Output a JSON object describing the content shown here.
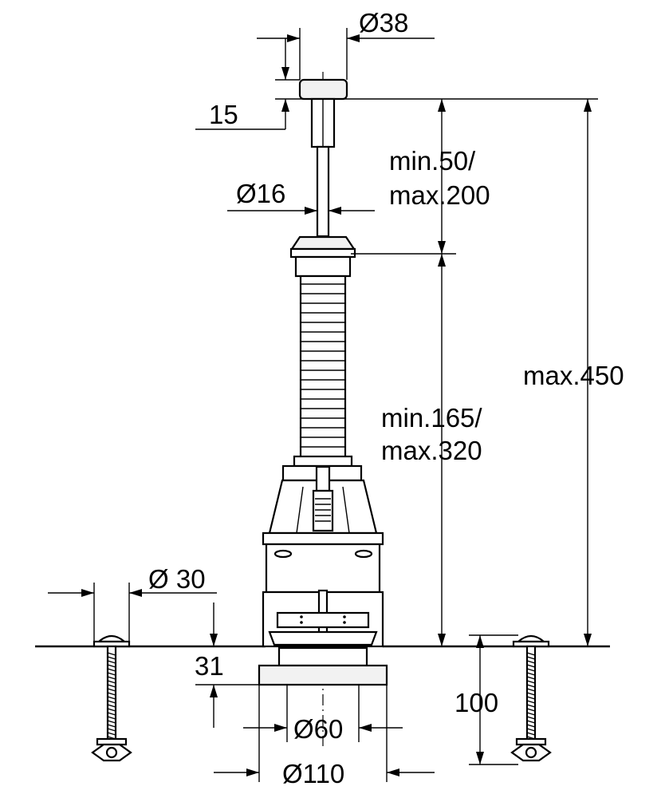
{
  "dimensions": {
    "cap_diameter": "Ø38",
    "cap_height": "15",
    "rod_diameter": "Ø16",
    "rod_extension": [
      "min.50/",
      "max.200"
    ],
    "body_extension": [
      "min.165/",
      "max.320"
    ],
    "total_height": "max.450",
    "bolt_hole_diameter": "Ø 30",
    "flange_height": "31",
    "flange_inner_diameter": "Ø60",
    "flange_outer_diameter": "Ø110",
    "bolt_length": "100"
  },
  "colors": {
    "line": "#000000",
    "background": "#ffffff"
  }
}
